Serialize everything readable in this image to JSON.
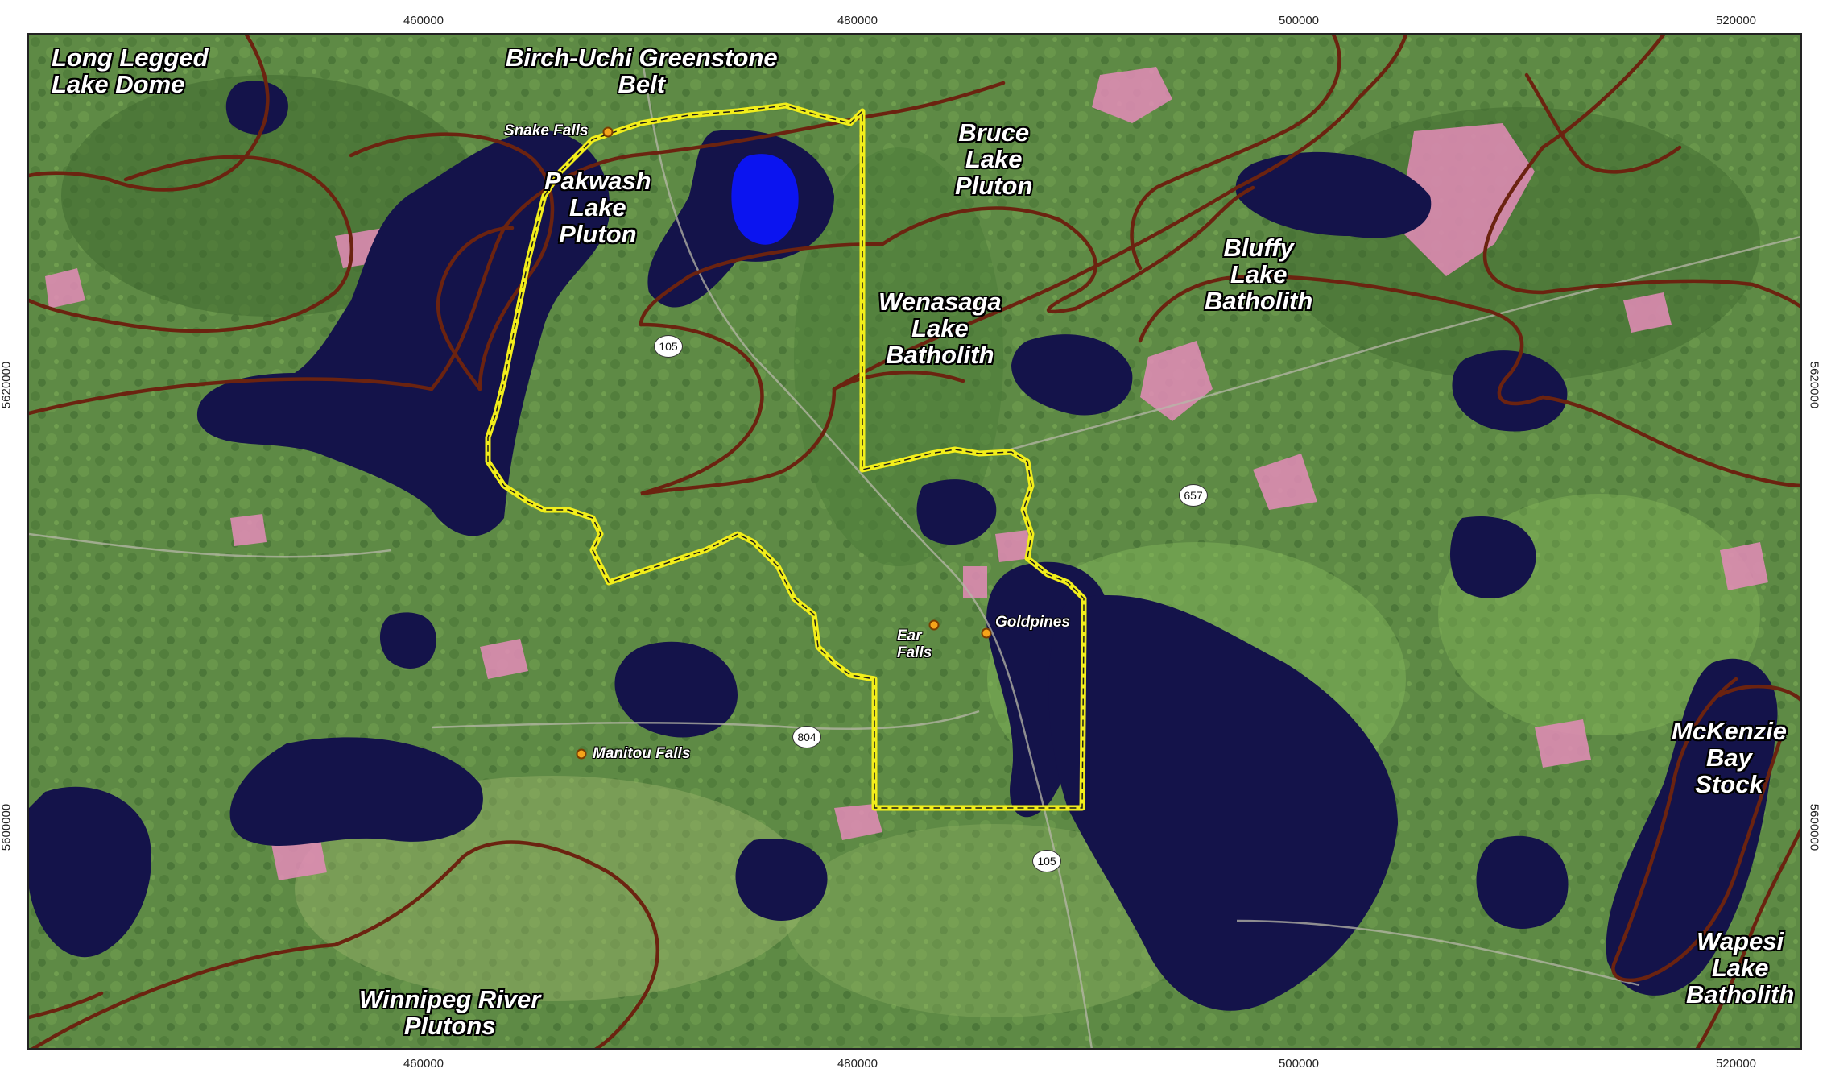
{
  "grid": {
    "top_ticks": [
      "460000",
      "480000",
      "500000",
      "520000"
    ],
    "bottom_ticks": [
      "460000",
      "480000",
      "500000",
      "520000"
    ],
    "left_ticks": [
      "5620000",
      "5600000"
    ],
    "right_ticks": [
      "5620000",
      "5600000"
    ]
  },
  "geologic_units": [
    {
      "name": "long-legged-lake-dome",
      "lines": [
        "Long Legged",
        "Lake Dome"
      ]
    },
    {
      "name": "birch-uchi-greenstone-belt",
      "lines": [
        "Birch-Uchi Greenstone",
        "Belt"
      ]
    },
    {
      "name": "pakwash-lake-pluton",
      "lines": [
        "Pakwash",
        "Lake",
        "Pluton"
      ]
    },
    {
      "name": "bruce-lake-pluton",
      "lines": [
        "Bruce",
        "Lake",
        "Pluton"
      ]
    },
    {
      "name": "bluffy-lake-batholith",
      "lines": [
        "Bluffy",
        "Lake",
        "Batholith"
      ]
    },
    {
      "name": "wenasaga-lake-batholith",
      "lines": [
        "Wenasaga",
        "Lake",
        "Batholith"
      ]
    },
    {
      "name": "mckenzie-bay-stock",
      "lines": [
        "McKenzie",
        "Bay",
        "Stock"
      ]
    },
    {
      "name": "wapesi-lake-batholith",
      "lines": [
        "Wapesi",
        "Lake",
        "Batholith"
      ]
    },
    {
      "name": "winnipeg-river-plutons",
      "lines": [
        "Winnipeg River",
        "Plutons"
      ]
    }
  ],
  "towns": [
    {
      "name": "snake-falls",
      "label": "Snake Falls"
    },
    {
      "name": "goldpines",
      "label": "Goldpines"
    },
    {
      "name": "ear-falls",
      "label": "Ear\nFalls"
    },
    {
      "name": "manitou-falls",
      "label": "Manitou Falls"
    }
  ],
  "highways": [
    {
      "name": "highway-105-north",
      "label": "105"
    },
    {
      "name": "highway-657",
      "label": "657"
    },
    {
      "name": "highway-804",
      "label": "804"
    },
    {
      "name": "highway-105-south",
      "label": "105"
    }
  ],
  "colors": {
    "land": "#5e8a45",
    "forest_dark": "#3f6a30",
    "clearing_light": "#86b85a",
    "water": "#14134a",
    "open_water_blue": "#0b14f0",
    "cutover_pink": "#e48bb8",
    "contact_line": "#6b2310",
    "property_outline": "#f2ee1b"
  }
}
